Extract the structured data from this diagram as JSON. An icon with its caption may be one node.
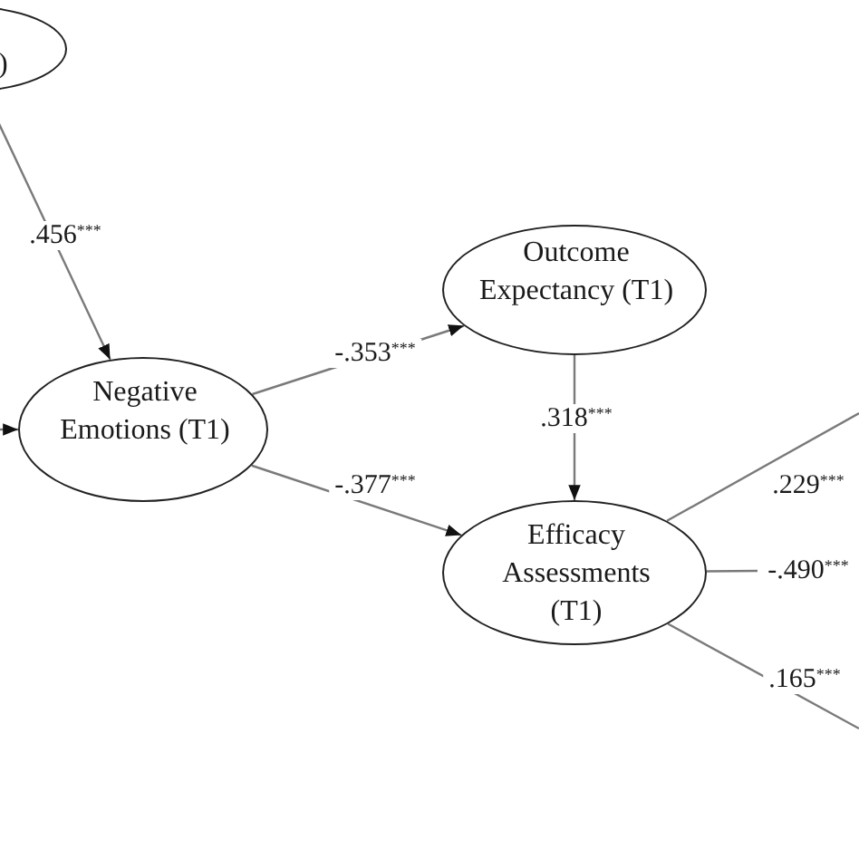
{
  "diagram": {
    "nodes": [
      {
        "text": [
          ")"
        ]
      },
      {
        "text": [
          "Negative Emotions (T1)"
        ]
      },
      {
        "text": [
          "Outcome Expectancy (T1)"
        ]
      },
      {
        "text": [
          "Efficacy Assessments (T1)"
        ]
      }
    ],
    "edges": [
      {
        "from": 0,
        "to": 1,
        "arrow": "to",
        "label": ".456$^{***}$"
      },
      {
        "from": null,
        "to": 1,
        "arrow": "to"
      },
      {
        "from": 1,
        "to": 2,
        "arrow": "to",
        "label": "-.353$^{***}$"
      },
      {
        "from": 1,
        "to": 3,
        "arrow": "to",
        "label": "-.377$^{***}$"
      },
      {
        "from": 2,
        "to": 3,
        "arrow": "to",
        "label": ".318$^{***}$"
      },
      {
        "from": 3,
        "to": null,
        "arrow": "none",
        "label": ".229$^{***}$"
      },
      {
        "from": 3,
        "to": null,
        "arrow": "none",
        "label": "-.490$^{***}$"
      },
      {
        "from": 3,
        "to": null,
        "arrow": "none",
        "label": ".165$^{***}$"
      }
    ]
  }
}
